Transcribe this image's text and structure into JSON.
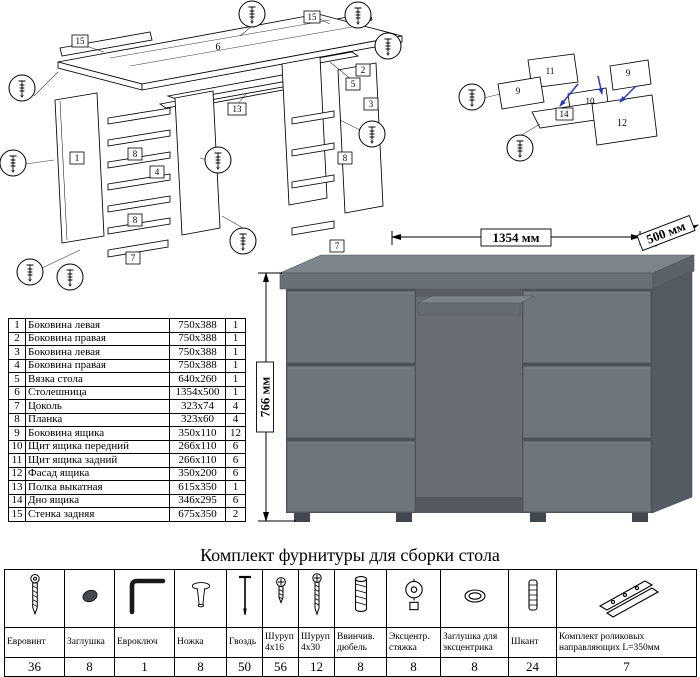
{
  "dimensions": {
    "width": "1354 мм",
    "depth": "500 мм",
    "height": "766 мм"
  },
  "parts": {
    "rows": [
      {
        "num": "1",
        "name": "Боковина левая",
        "size": "750x388",
        "qty": "1"
      },
      {
        "num": "2",
        "name": "Боковина правая",
        "size": "750x388",
        "qty": "1"
      },
      {
        "num": "3",
        "name": "Боковина левая",
        "size": "750x388",
        "qty": "1"
      },
      {
        "num": "4",
        "name": "Боковина правая",
        "size": "750x388",
        "qty": "1"
      },
      {
        "num": "5",
        "name": "Вязка стола",
        "size": "640x260",
        "qty": "1"
      },
      {
        "num": "6",
        "name": "Столешница",
        "size": "1354x500",
        "qty": "1"
      },
      {
        "num": "7",
        "name": "Цоколь",
        "size": "323x74",
        "qty": "4"
      },
      {
        "num": "8",
        "name": "Планка",
        "size": "323x60",
        "qty": "4"
      },
      {
        "num": "9",
        "name": "Боковина ящика",
        "size": "350x110",
        "qty": "12"
      },
      {
        "num": "10",
        "name": "Щит ящика передний",
        "size": "266x110",
        "qty": "6"
      },
      {
        "num": "11",
        "name": "Щит ящика задний",
        "size": "266x110",
        "qty": "6"
      },
      {
        "num": "12",
        "name": "Фасад ящика",
        "size": "350x200",
        "qty": "6"
      },
      {
        "num": "13",
        "name": "Полка выкатная",
        "size": "615x350",
        "qty": "1"
      },
      {
        "num": "14",
        "name": "Дно ящика",
        "size": "346x295",
        "qty": "6"
      },
      {
        "num": "15",
        "name": "Стенка задняя",
        "size": "675x350",
        "qty": "2"
      }
    ]
  },
  "diagram": {
    "main": [
      "15",
      "6",
      "15",
      "5",
      "13",
      "1",
      "8",
      "4",
      "8",
      "7",
      "2",
      "3",
      "8",
      "7"
    ],
    "drawer": [
      "11",
      "9",
      "9",
      "10",
      "14",
      "12"
    ]
  },
  "hardware": {
    "title": "Комплект фурнитуры для сборки стола",
    "items": [
      {
        "label": "Евровинт",
        "qty": "36",
        "icon": "euroscrew-icon"
      },
      {
        "label": "Заглушка",
        "qty": "8",
        "icon": "cap-icon"
      },
      {
        "label": "Евроключ",
        "qty": "1",
        "icon": "hexkey-icon"
      },
      {
        "label": "Ножка",
        "qty": "8",
        "icon": "foot-icon"
      },
      {
        "label": "Гвоздь",
        "qty": "50",
        "icon": "nail-icon"
      },
      {
        "label": "Шуруп 4x16",
        "qty": "56",
        "icon": "screw-short-icon"
      },
      {
        "label": "Шуруп 4x30",
        "qty": "12",
        "icon": "screw-long-icon"
      },
      {
        "label": "Ввинчив. дюбель",
        "qty": "8",
        "icon": "dowel-screw-icon"
      },
      {
        "label": "Эксцентр. стяжка",
        "qty": "8",
        "icon": "cam-lock-icon"
      },
      {
        "label": "Заглушка для эксцентрика",
        "qty": "8",
        "icon": "cam-cap-icon"
      },
      {
        "label": "Шкант",
        "qty": "24",
        "icon": "wood-dowel-icon"
      },
      {
        "label": "Комплект роликовых направляющих L=350мм",
        "qty": "7",
        "icon": "drawer-slides-icon"
      }
    ]
  }
}
